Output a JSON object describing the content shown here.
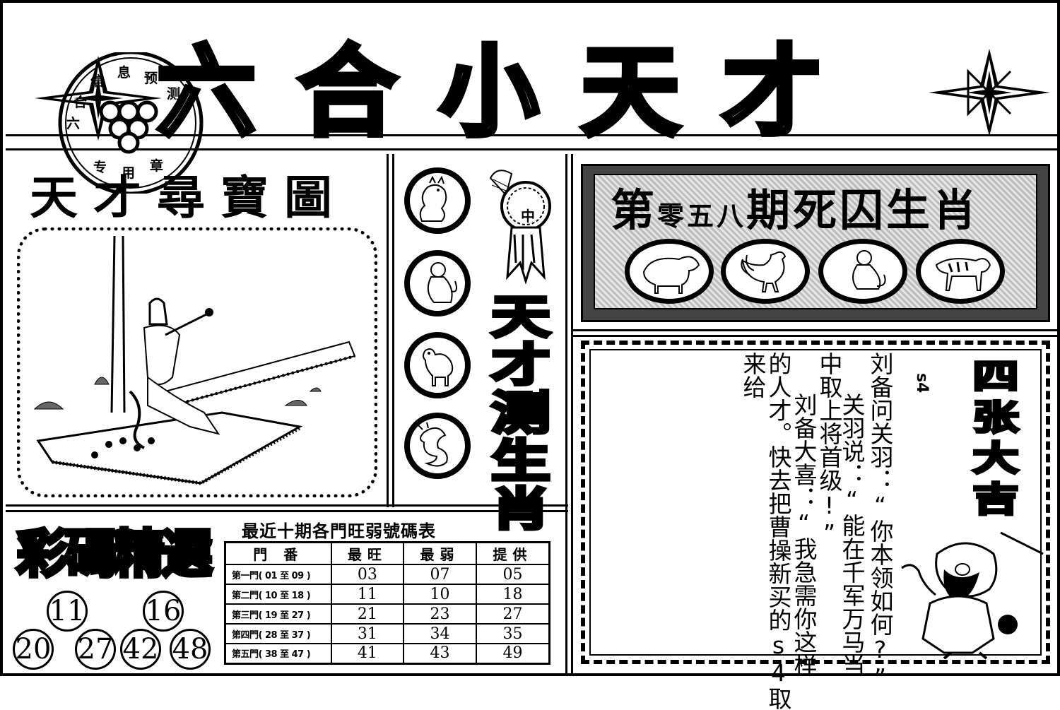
{
  "header": {
    "title": "六合小天才",
    "stamp_text": [
      "六",
      "合",
      "信",
      "息",
      "预",
      "测",
      "专",
      "用",
      "章"
    ]
  },
  "treasure_map": {
    "title": "天才尋寶圖"
  },
  "middle_column": {
    "zodiacs": [
      "rabbit-icon",
      "monkey-icon",
      "sheep-icon",
      "dragon-icon"
    ],
    "medal_label": "中",
    "vertical_title": [
      "天",
      "才",
      "测",
      "生",
      "肖"
    ]
  },
  "death_zodiac": {
    "title_prefix": "第",
    "issue": "零五八",
    "title_suffix": "期死囚生肖",
    "zodiacs": [
      "pig-icon",
      "rooster-icon",
      "monkey-icon",
      "tiger-icon"
    ]
  },
  "story": {
    "code_label": "s4",
    "columns": [
      "刘备问关羽：“你本领如何?”",
      "关羽说：“能在千军万马当",
      "中取上将首级!”",
      "刘备大喜：“我急需你这样",
      "的人才。快去把曹操新买的s4取",
      "来给"
    ],
    "fortune_title": [
      "四",
      "张",
      "大",
      "吉"
    ]
  },
  "picks": {
    "title": "彩碼精選",
    "numbers": [
      "11",
      "16",
      "20",
      "27",
      "42",
      "48"
    ]
  },
  "gate_table": {
    "title": "最近十期各門旺弱號碼表",
    "headers": [
      "門 番",
      "最旺",
      "最弱",
      "提供"
    ],
    "rows": [
      [
        "第一門( 01 至 09 )",
        "03",
        "07",
        "05"
      ],
      [
        "第二門( 10 至 18 )",
        "11",
        "10",
        "18"
      ],
      [
        "第三門( 19 至 27 )",
        "21",
        "23",
        "27"
      ],
      [
        "第四門( 28 至 37 )",
        "31",
        "34",
        "35"
      ],
      [
        "第五門( 38 至 47 )",
        "41",
        "43",
        "49"
      ]
    ]
  }
}
